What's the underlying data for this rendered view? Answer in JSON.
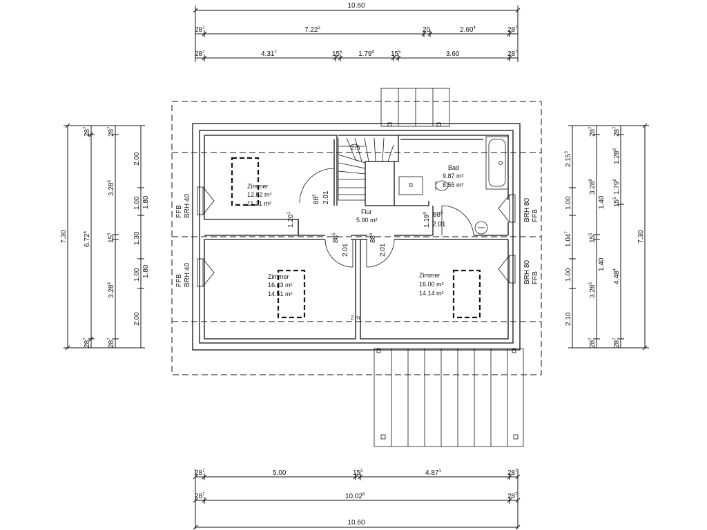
{
  "top_dims": {
    "row1": {
      "total": "10.60"
    },
    "row2": {
      "a": "28",
      "a_sup": "7",
      "b": "7.22",
      "b_sup": "2",
      "c": "20",
      "d": "2.60",
      "d_sup": "4",
      "e": "28",
      "e_sup": "7"
    },
    "row3": {
      "a": "28",
      "a_sup": "7",
      "b": "4.31",
      "b_sup": "7",
      "c": "15",
      "c_sup": "5",
      "d": "1.79",
      "d_sup": "9",
      "e": "15",
      "e_sup": "5",
      "f": "3.60",
      "g": "28",
      "g_sup": "7"
    }
  },
  "bottom_dims": {
    "row1": {
      "a": "28",
      "a_sup": "7",
      "b": "5.00",
      "c": "15",
      "c_sup": "5",
      "d": "4.87",
      "d_sup": "1",
      "e": "28",
      "e_sup": "7"
    },
    "row2": {
      "a": "28",
      "a_sup": "7",
      "b": "10.02",
      "b_sup": "6",
      "c": "28",
      "c_sup": "7"
    },
    "row3": {
      "total": "10.60"
    }
  },
  "left_dims": {
    "c1": {
      "total": "7.30"
    },
    "c2": {
      "a": "28",
      "a_sup": "7",
      "b": "6.72",
      "b_sup": "6",
      "c": "28",
      "c_sup": "7"
    },
    "c3": {
      "a": "28",
      "a_sup": "7",
      "b": "3.28",
      "b_sup": "8",
      "c": "15",
      "c_sup": "5",
      "d": "3.28",
      "d_sup": "8",
      "e": "28",
      "e_sup": "7"
    },
    "c4": {
      "a": "2.00",
      "b": "1.00",
      "c": "1.30",
      "d": "1.00",
      "e": "2.00"
    },
    "c5": {
      "a": "1.80",
      "b": "1.80"
    }
  },
  "right_dims": {
    "c1": {
      "a": "2.15",
      "a_sup": "3",
      "b": "1.00",
      "c": "1.04",
      "c_sup": "7",
      "d": "1.00",
      "e": "2.10"
    },
    "c2": {
      "a": "28",
      "a_sup": "7",
      "b": "3.28",
      "b_sup": "8",
      "c": "1.40",
      "d": "15",
      "d_sup": "5",
      "e": "1.40",
      "f": "3.28",
      "f_sup": "5",
      "g": "28",
      "g_sup": "7"
    },
    "c3": {
      "a": "28",
      "a_sup": "7",
      "b": "1.28",
      "b_sup": "8",
      "c": "15",
      "c_sup": "5",
      "d": "1.79",
      "d_sup": "9",
      "e": "4.48",
      "e_sup": "4",
      "f": "28",
      "f_sup": "7"
    },
    "c4": {
      "total": "7.30"
    }
  },
  "rooms": {
    "zimmer_nw": {
      "name": "Zimmer",
      "area1": "12.82 m²",
      "area2": "11.21 m²"
    },
    "bad": {
      "name": "Bad",
      "area1": "9.87 m²",
      "area2": "8.55 m²"
    },
    "flur": {
      "name": "Flur",
      "area1": "5.90 m²"
    },
    "zimmer_sw": {
      "name": "Zimmer",
      "area1": "16.43 m²",
      "area2": "14.51 m²"
    },
    "zimmer_se": {
      "name": "Zimmer",
      "area1": "16.00 m²",
      "area2": "14.14 m²"
    }
  },
  "openings": {
    "door_zimmer_nw": {
      "a": "88",
      "a_sup": "5",
      "b": "2.01"
    },
    "door_flur_sw": {
      "a": "88",
      "a_sup": "5",
      "b": "2.01"
    },
    "door_flur_se": {
      "a": "88",
      "a_sup": "5",
      "b": "2.01"
    },
    "door_bad": {
      "a": "88",
      "a_sup": "5",
      "b": "2.01"
    },
    "flur_left_height": {
      "a": "1.20",
      "a_sup": "1"
    },
    "flur_right_height": {
      "a": "1.19",
      "a_sup": "9"
    },
    "window_w_upper": {
      "a": "FFB",
      "b": "BRH 40"
    },
    "window_w_lower": {
      "a": "FFB",
      "b": "BRH 40"
    },
    "window_e_upper": {
      "a": "BRH 80",
      "b": "FFB"
    },
    "window_e_lower": {
      "a": "BRH 80",
      "b": "FFB"
    }
  },
  "misc": {
    "height_line_top": "2 m",
    "height_line_bottom": "2 m"
  }
}
